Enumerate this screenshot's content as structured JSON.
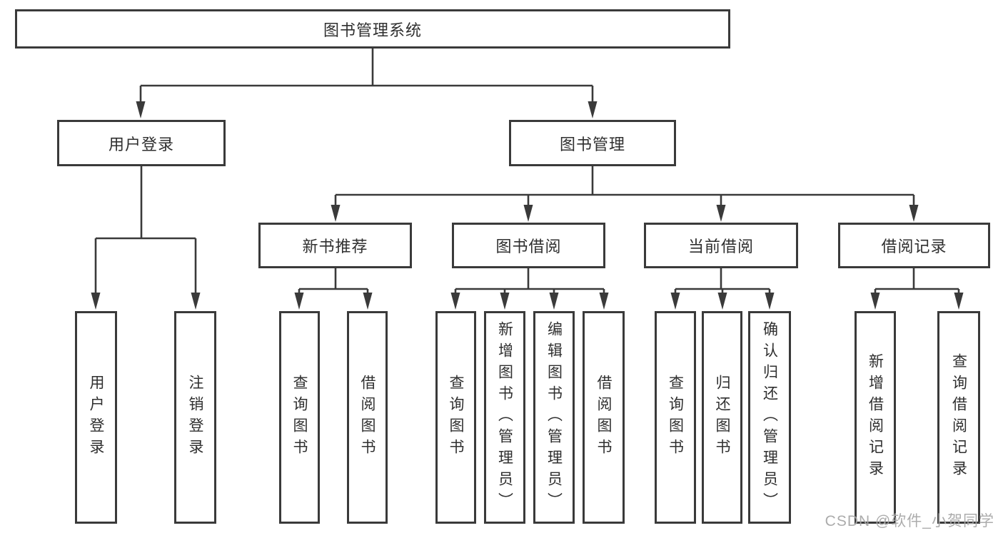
{
  "diagram": {
    "root": {
      "label": "图书管理系统"
    },
    "level2": [
      {
        "label": "用户登录"
      },
      {
        "label": "图书管理"
      }
    ],
    "level3": [
      {
        "label": "新书推荐"
      },
      {
        "label": "图书借阅"
      },
      {
        "label": "当前借阅"
      },
      {
        "label": "借阅记录"
      }
    ],
    "leaves": {
      "login": [
        "用户登录",
        "注销登录"
      ],
      "recommend": [
        "查询图书",
        "借阅图书"
      ],
      "borrow": [
        "查询图书",
        "新增图书（管理员）",
        "编辑图书（管理员）",
        "借阅图书"
      ],
      "current": [
        "查询图书",
        "归还图书",
        "确认归还（管理员）"
      ],
      "records": [
        "新增借阅记录",
        "查询借阅记录"
      ]
    }
  },
  "watermark": {
    "text": "CSDN @软件_小贺同学"
  },
  "colors": {
    "line": "#3a3a3a",
    "border": "#3a3a3a",
    "text": "#2f2f2f",
    "background": "#ffffff",
    "watermark": "#a8a8a8"
  }
}
